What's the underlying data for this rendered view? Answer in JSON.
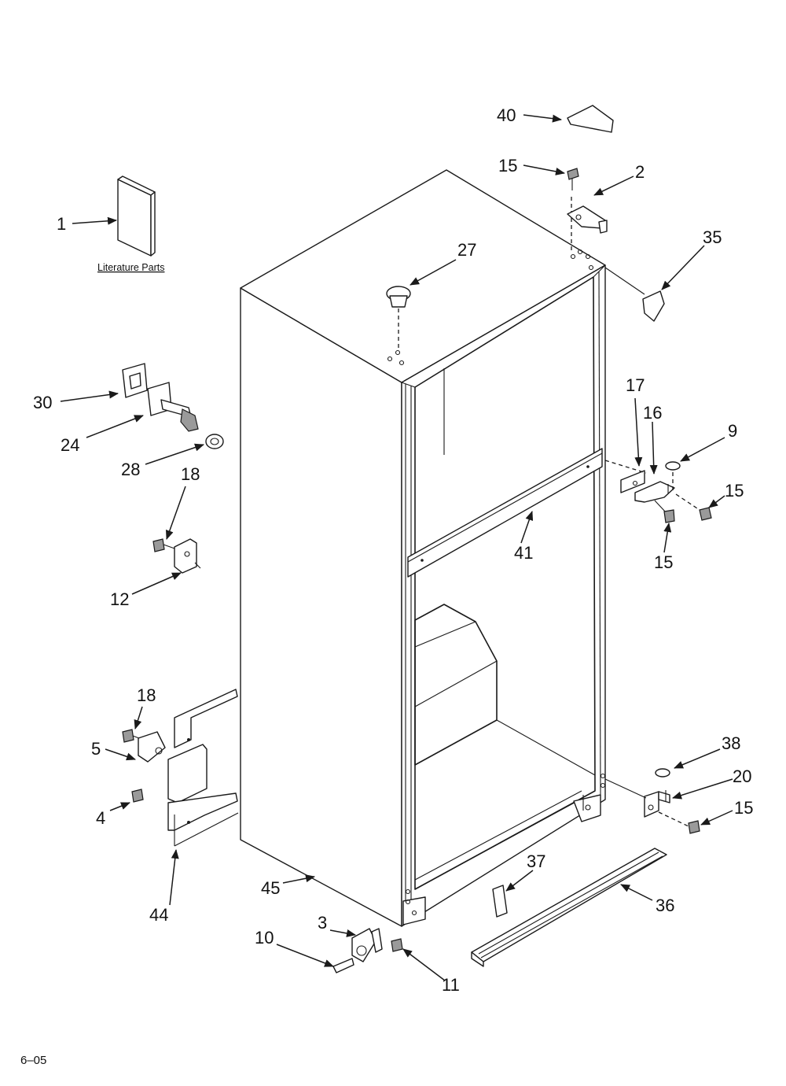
{
  "diagram": {
    "literature_label": "Literature Parts",
    "footer_code": "6–05",
    "callouts": [
      "1",
      "40",
      "15",
      "2",
      "35",
      "27",
      "30",
      "24",
      "28",
      "18",
      "12",
      "17",
      "16",
      "9",
      "15",
      "15",
      "41",
      "18",
      "5",
      "4",
      "44",
      "38",
      "20",
      "15",
      "45",
      "37",
      "36",
      "3",
      "10",
      "11"
    ]
  }
}
